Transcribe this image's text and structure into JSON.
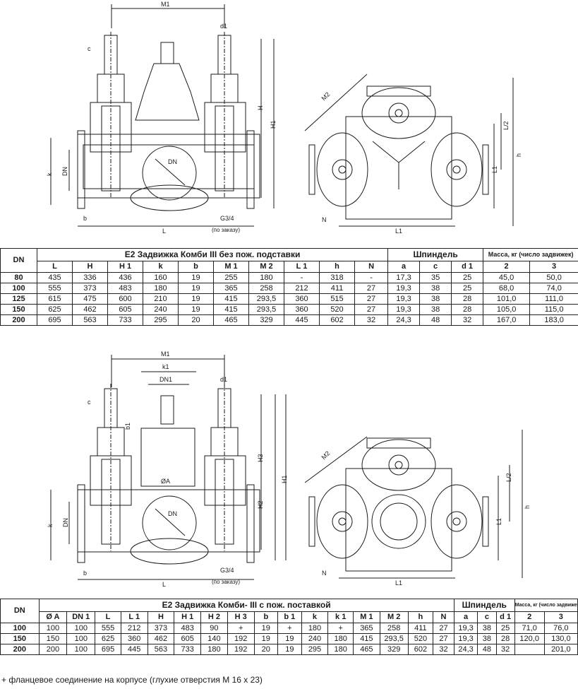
{
  "drawing1": {
    "dims": {
      "M1": "M1",
      "d1": "d1",
      "c": "c",
      "H": "H",
      "H1": "H1",
      "k": "k",
      "DN": "DN",
      "b": "b",
      "L": "L",
      "g34": "G3/4",
      "order": "(по заказу)",
      "M2": "M2",
      "L2": "L/2",
      "h": "h",
      "L1": "L1",
      "L1b": "L1",
      "N": "N",
      "dnDiag": "DN"
    }
  },
  "table1": {
    "dn_header": "DN",
    "title": "E2 Задвижка Комби III без пож. подставки",
    "spindle": "Шпиндель",
    "mass": "Масса, кг (число задвижек)",
    "cols": [
      "L",
      "H",
      "H 1",
      "k",
      "b",
      "M 1",
      "M 2",
      "L 1",
      "h",
      "N"
    ],
    "spindle_cols": [
      "a",
      "c",
      "d 1"
    ],
    "mass_cols": [
      "2",
      "3"
    ],
    "rows": [
      [
        "80",
        "435",
        "336",
        "436",
        "160",
        "19",
        "255",
        "180",
        "-",
        "318",
        "-",
        "17,3",
        "35",
        "25",
        "45,0",
        "50,0"
      ],
      [
        "100",
        "555",
        "373",
        "483",
        "180",
        "19",
        "365",
        "258",
        "212",
        "411",
        "27",
        "19,3",
        "38",
        "25",
        "68,0",
        "74,0"
      ],
      [
        "125",
        "615",
        "475",
        "600",
        "210",
        "19",
        "415",
        "293,5",
        "360",
        "515",
        "27",
        "19,3",
        "38",
        "28",
        "101,0",
        "111,0"
      ],
      [
        "150",
        "625",
        "462",
        "605",
        "240",
        "19",
        "415",
        "293,5",
        "360",
        "520",
        "27",
        "19,3",
        "38",
        "28",
        "105,0",
        "115,0"
      ],
      [
        "200",
        "695",
        "563",
        "733",
        "295",
        "20",
        "465",
        "329",
        "445",
        "602",
        "32",
        "24,3",
        "48",
        "32",
        "167,0",
        "183,0"
      ]
    ]
  },
  "drawing2": {
    "dims": {
      "M1": "M1",
      "k1": "k1",
      "DN1": "DN1",
      "d1": "d1",
      "c": "c",
      "b1": "b1",
      "H3": "H3",
      "H1": "H1",
      "H2": "H2",
      "A": "ØA",
      "k": "k",
      "DN": "DN",
      "b": "b",
      "L": "L",
      "g34": "G3/4",
      "order": "(по заказу)",
      "M2": "M2",
      "L2": "L/2",
      "h": "h",
      "L1": "L1",
      "L1b": "L1",
      "N": "N",
      "dnDiag": "DN"
    }
  },
  "table2": {
    "dn_header": "DN",
    "title": "E2 Задвижка Комби- III с пож. поставкой",
    "spindle": "Шпиндель",
    "mass": "Масса, кг (число задвижек)",
    "cols": [
      "Ø A",
      "DN 1",
      "L",
      "L 1",
      "H",
      "H 1",
      "H 2",
      "H 3",
      "b",
      "b 1",
      "k",
      "k 1",
      "M 1",
      "M 2",
      "h",
      "N"
    ],
    "spindle_cols": [
      "a",
      "c",
      "d 1"
    ],
    "mass_cols": [
      "2",
      "3"
    ],
    "rows": [
      [
        "100",
        "100",
        "100",
        "555",
        "212",
        "373",
        "483",
        "90",
        "+",
        "19",
        "+",
        "180",
        "+",
        "365",
        "258",
        "411",
        "27",
        "19,3",
        "38",
        "25",
        "71,0",
        "76,0"
      ],
      [
        "150",
        "150",
        "100",
        "625",
        "360",
        "462",
        "605",
        "140",
        "192",
        "19",
        "19",
        "240",
        "180",
        "415",
        "293,5",
        "520",
        "27",
        "19,3",
        "38",
        "28",
        "120,0",
        "130,0"
      ],
      [
        "200",
        "200",
        "100",
        "695",
        "445",
        "563",
        "733",
        "180",
        "192",
        "20",
        "19",
        "295",
        "180",
        "465",
        "329",
        "602",
        "32",
        "24,3",
        "48",
        "32",
        "",
        "201,0"
      ]
    ]
  },
  "footnote": "+ фланцевое соединение на корпусе (глухие отверстия M 16 x 23)"
}
